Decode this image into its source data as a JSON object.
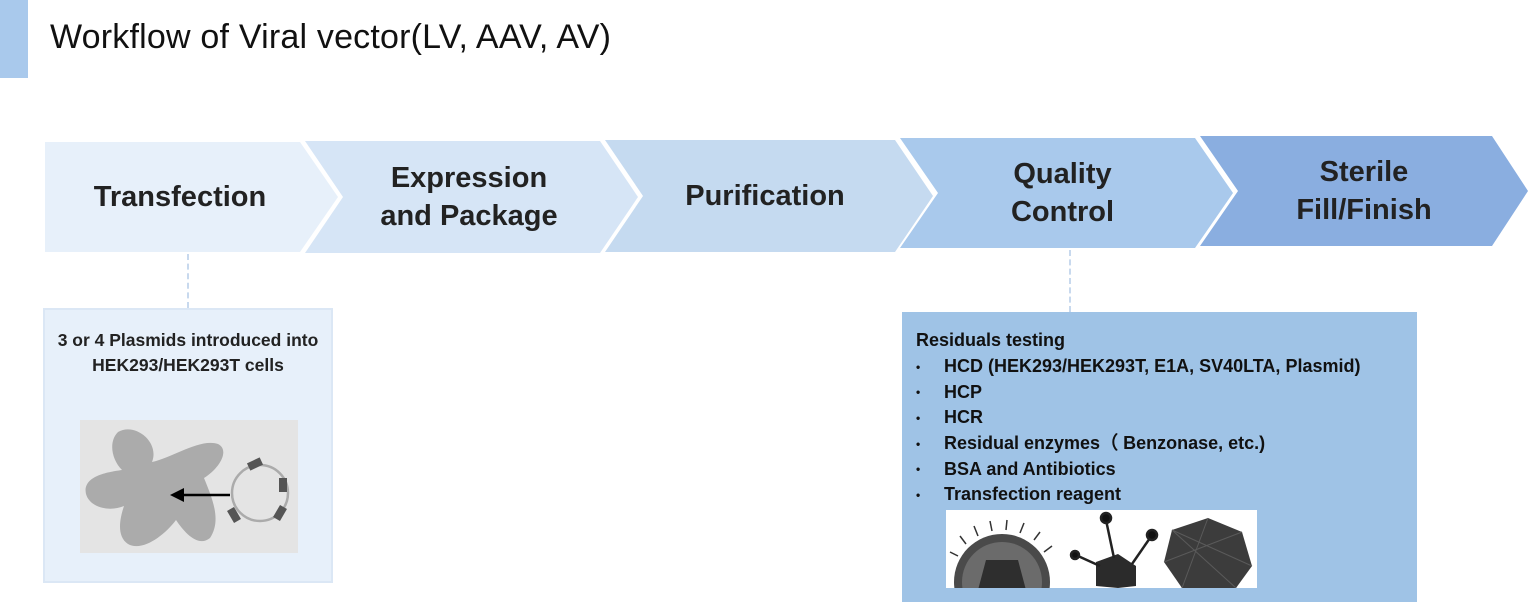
{
  "header": {
    "title": "Workflow of Viral vector(LV, AAV, AV)",
    "accent_color": "#a9c9ec"
  },
  "workflow": {
    "steps": [
      {
        "label": "Transfection",
        "color": "#e7f0fa"
      },
      {
        "label": "Expression\nand Package",
        "color": "#d6e5f6"
      },
      {
        "label": "Purification",
        "color": "#c5daf0"
      },
      {
        "label": "Quality\nControl",
        "color": "#a9c9ec"
      },
      {
        "label": "Sterile\nFill/Finish",
        "color": "#8aaee0"
      }
    ]
  },
  "transfection_detail": {
    "text": "3 or 4 Plasmids introduced into HEK293/HEK293T cells",
    "illustration": "cell-with-plasmid-arrow"
  },
  "qc_detail": {
    "heading": "Residuals testing",
    "items": [
      "HCD (HEK293/HEK293T, E1A, SV40LTA, Plasmid)",
      "HCP",
      "HCR",
      "Residual enzymes（ Benzonase, etc.)",
      "BSA and Antibiotics",
      "Transfection reagent"
    ],
    "illustration": "viral-particle-micrographs"
  }
}
